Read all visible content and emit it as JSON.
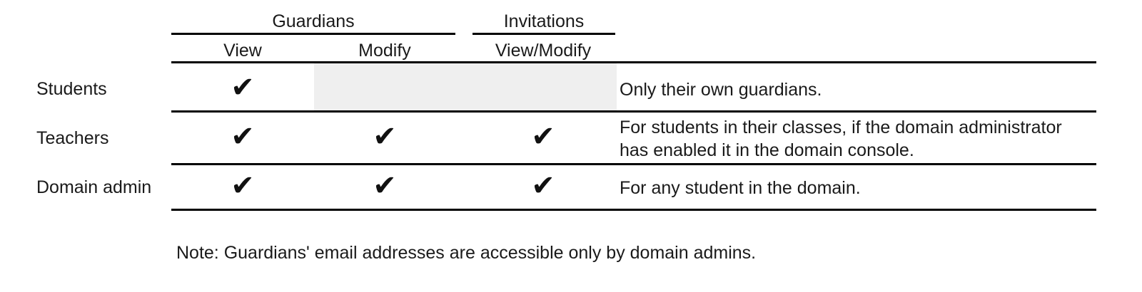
{
  "table": {
    "column_groups": [
      {
        "label": "Guardians",
        "span": 2
      },
      {
        "label": "Invitations",
        "span": 1
      }
    ],
    "columns": [
      {
        "label": ""
      },
      {
        "label": "View"
      },
      {
        "label": "Modify"
      },
      {
        "label": "View/Modify"
      },
      {
        "label": ""
      }
    ],
    "check_glyph": "✔",
    "rows": [
      {
        "label": "Students",
        "guardians_view": "✔",
        "guardians_modify": "",
        "invitations_view_modify": "",
        "description_line1": "Only their own guardians.",
        "description_line2": ""
      },
      {
        "label": "Teachers",
        "guardians_view": "✔",
        "guardians_modify": "✔",
        "invitations_view_modify": "✔",
        "description_line1": "For students in their classes, if the domain administrator",
        "description_line2": "has enabled it in the domain console."
      },
      {
        "label": "Domain admin",
        "guardians_view": "✔",
        "guardians_modify": "✔",
        "invitations_view_modify": "✔",
        "description_line1": "For any student in the domain.",
        "description_line2": ""
      }
    ]
  },
  "footer": {
    "note": "Note: Guardians' email addresses are accessible only by domain admins."
  },
  "colors": {
    "text": "#1a1a1a",
    "rule": "#000000",
    "disabled_cell": "#efefef",
    "background": "#ffffff"
  }
}
